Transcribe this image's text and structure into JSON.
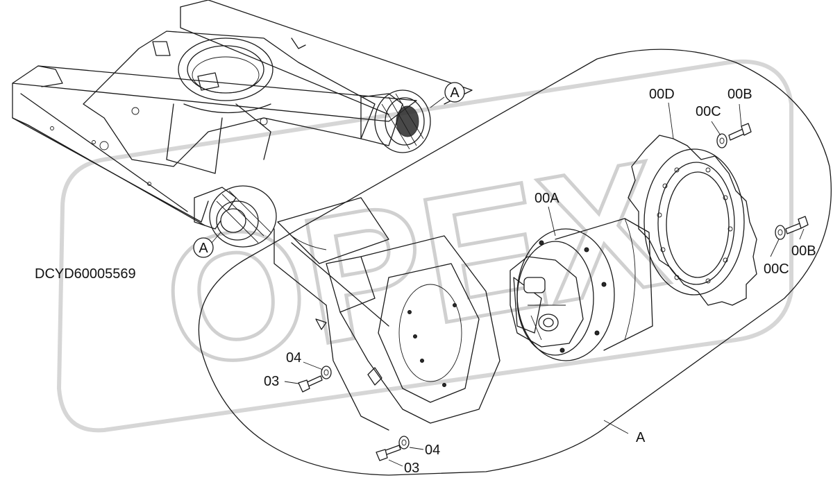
{
  "diagram": {
    "code": "DCYD60005569",
    "view_label": "A",
    "callouts": {
      "a_top": "A",
      "a_bottom": "A"
    },
    "parts": {
      "p00A": "00A",
      "p00B_top": "00B",
      "p00B_right": "00B",
      "p00C_top": "00C",
      "p00C_right": "00C",
      "p00D": "00D",
      "p03_mid": "03",
      "p03_bottom": "03",
      "p04_mid": "04",
      "p04_bottom": "04"
    },
    "watermark": "OPEX"
  }
}
